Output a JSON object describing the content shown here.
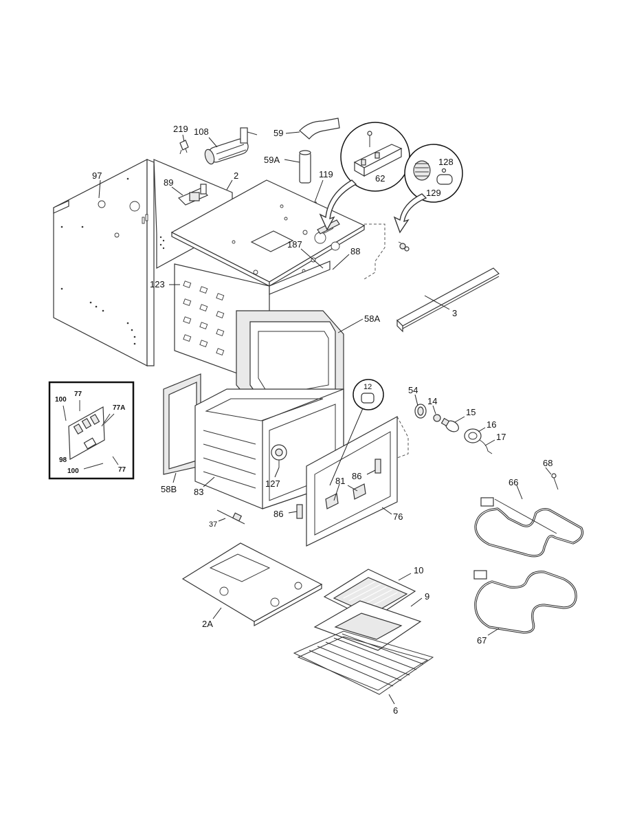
{
  "diagram": {
    "callouts": {
      "c219": "219",
      "c108": "108",
      "c59": "59",
      "c59a": "59A",
      "c119": "119",
      "c62": "62",
      "c128": "128",
      "c129": "129",
      "c97": "97",
      "c89": "89",
      "c2": "2",
      "c187": "187",
      "c88": "88",
      "c123": "123",
      "c3": "3",
      "c58a": "58A",
      "c12": "12",
      "c54": "54",
      "c14": "14",
      "c15": "15",
      "c16": "16",
      "c17": "17",
      "c68": "68",
      "c66": "66",
      "c86a": "86",
      "c81": "81",
      "c86b": "86",
      "c76": "76",
      "c127": "127",
      "c58b": "58B",
      "c83": "83",
      "c37": "37",
      "c10": "10",
      "c9": "9",
      "c2a": "2A",
      "c67": "67",
      "c6": "6"
    },
    "inset": {
      "c100a": "100",
      "c77a": "77",
      "c77A": "77A",
      "c98": "98",
      "c100b": "100",
      "c77b": "77"
    }
  }
}
